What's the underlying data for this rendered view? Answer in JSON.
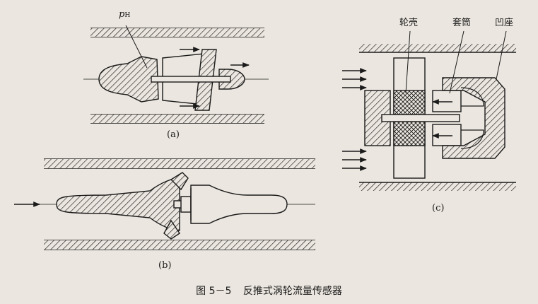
{
  "figure": {
    "number": "图 5－5",
    "title": "反推式涡轮流量传感器"
  },
  "panel_a": {
    "label": "(a)",
    "pressure_symbol": "p",
    "pressure_subscript": "H"
  },
  "panel_b": {
    "label": "(b)"
  },
  "panel_c": {
    "label": "(c)",
    "callouts": [
      "轮壳",
      "套筒",
      "凹座"
    ]
  },
  "colors": {
    "ink": "#1a1a1a",
    "paper": "#ebe6df"
  }
}
